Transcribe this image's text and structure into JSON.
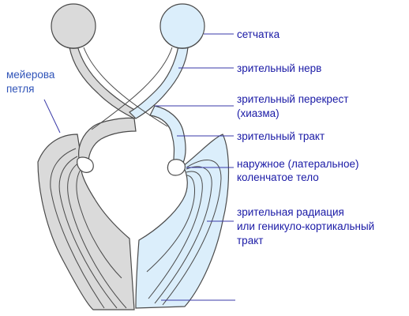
{
  "colors": {
    "grey_fill": "#dadada",
    "blue_fill": "#dbeefb",
    "outline": "#4a4a4a",
    "label_text": "#1a1aa6",
    "side_label_text": "#2f53b8",
    "leader_line": "#3a3aa8"
  },
  "labels": {
    "retina": "сетчатка",
    "optic_nerve": "зрительный нерв",
    "chiasm_line1": "зрительный перекрест",
    "chiasm_line2": "(хиазма)",
    "optic_tract": "зрительный тракт",
    "lgn_line1": "наружное (латеральное)",
    "lgn_line2": "коленчатое тело",
    "radiation_line1": "зрительная радиация",
    "radiation_line2": "или геникуло-кортикальный",
    "radiation_line3": "тракт",
    "meyer_line1": "мейерова",
    "meyer_line2": "петля"
  }
}
